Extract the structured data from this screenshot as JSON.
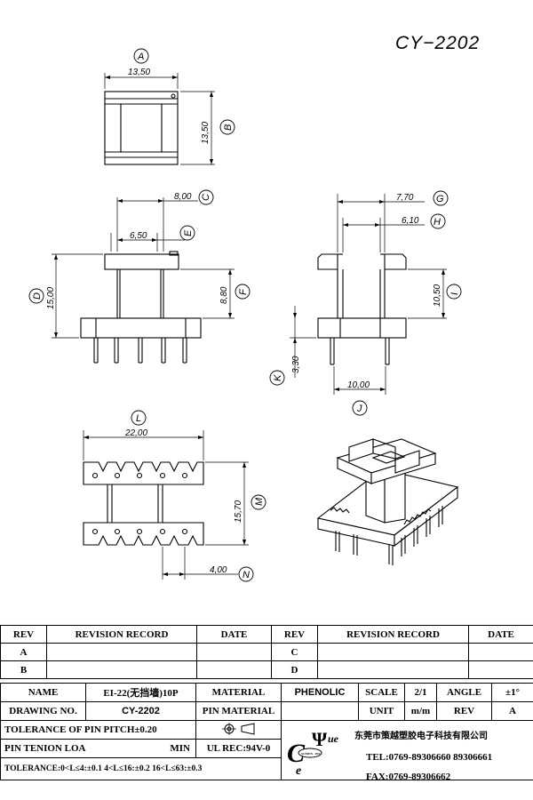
{
  "drawing_number": "CY−2202",
  "dimensions": {
    "a": "13,50",
    "b": "13,50",
    "c": "8,00",
    "d": "15,00",
    "e": "6,50",
    "f": "8,80",
    "g": "7,70",
    "h": "6,10",
    "i": "10,50",
    "j": "10,00",
    "k": "3,30",
    "l": "22,00",
    "m": "15,70",
    "n": "4,00"
  },
  "callouts": {
    "a": "A",
    "b": "B",
    "c": "C",
    "d": "D",
    "e": "E",
    "f": "F",
    "g": "G",
    "h": "H",
    "i": "I",
    "j": "J",
    "k": "K",
    "l": "L",
    "m": "M",
    "n": "N"
  },
  "revision_table": {
    "headers": [
      "REV",
      "REVISION RECORD",
      "DATE",
      "REV",
      "REVISION RECORD",
      "DATE"
    ],
    "rows": [
      [
        "A",
        "",
        "",
        "C",
        "",
        ""
      ],
      [
        "B",
        "",
        "",
        "D",
        "",
        ""
      ]
    ]
  },
  "title_block": {
    "name_label": "NAME",
    "name_value": "EI-22(无挡墙)10P",
    "material_label": "MATERIAL",
    "material_value": "PHENOLIC",
    "scale_label": "SCALE",
    "scale_value": "2/1",
    "angle_label": "ANGLE",
    "angle_value": "±1°",
    "drawing_no_label": "DRAWING NO.",
    "drawing_no_value": "CY-2202",
    "pin_material_label": "PIN MATERIAL",
    "unit_label": "UNIT",
    "unit_value": "m/m",
    "rev_label": "REV",
    "rev_value": "A",
    "tolerance_pin_pitch": "TOLERANCE OF PIN PITCH±0.20",
    "pin_tension_label": "PIN TENION LOAD",
    "pin_tension_value": "MIN",
    "ul_rec": "UL REC:94V-0",
    "tolerance_general": "TOLERANCE:0<L≤4:±0.1  4<L≤16:±0.2  16<L≤63:±0.3",
    "company_name": "东莞市策越塑胶电子科技有限公司",
    "tel": "TEL:0769-89306660 89306661",
    "fax": "FAX:0769-89306662",
    "logo_text": "ue",
    "logo_small": "SCEIEN . INC"
  }
}
